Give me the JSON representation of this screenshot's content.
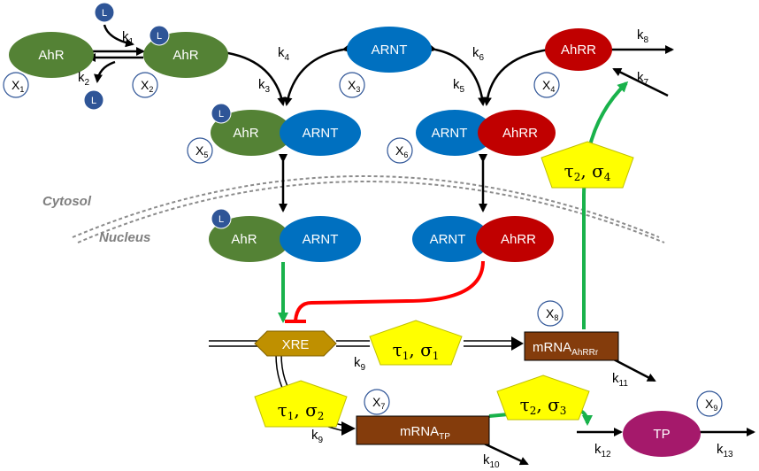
{
  "molecules": {
    "ahr": "AhR",
    "arnt": "ARNT",
    "ahrr": "AhRR",
    "xre": "XRE",
    "tp": "TP",
    "ligand": "L",
    "mrna": "mRNA",
    "mrna_ahrr_sub": "AhRRr",
    "mrna_tp_sub": "TP"
  },
  "regions": {
    "cytosol": "Cytosol",
    "nucleus": "Nucleus"
  },
  "species": {
    "x1": {
      "base": "X",
      "sub": "1"
    },
    "x2": {
      "base": "X",
      "sub": "2"
    },
    "x3": {
      "base": "X",
      "sub": "3"
    },
    "x4": {
      "base": "X",
      "sub": "4"
    },
    "x5": {
      "base": "X",
      "sub": "5"
    },
    "x6": {
      "base": "X",
      "sub": "6"
    },
    "x7": {
      "base": "X",
      "sub": "7"
    },
    "x8": {
      "base": "X",
      "sub": "8"
    },
    "x9": {
      "base": "X",
      "sub": "9"
    }
  },
  "rates": {
    "k1": {
      "base": "k",
      "sub": "1"
    },
    "k2": {
      "base": "k",
      "sub": "2"
    },
    "k3": {
      "base": "k",
      "sub": "3"
    },
    "k4": {
      "base": "k",
      "sub": "4"
    },
    "k5": {
      "base": "k",
      "sub": "5"
    },
    "k6": {
      "base": "k",
      "sub": "6"
    },
    "k7": {
      "base": "k",
      "sub": "7"
    },
    "k8": {
      "base": "k",
      "sub": "8"
    },
    "k9a": {
      "base": "k",
      "sub": "9"
    },
    "k9b": {
      "base": "k",
      "sub": "9"
    },
    "k10": {
      "base": "k",
      "sub": "10"
    },
    "k11": {
      "base": "k",
      "sub": "11"
    },
    "k12": {
      "base": "k",
      "sub": "12"
    },
    "k13": {
      "base": "k",
      "sub": "13"
    }
  },
  "delays": {
    "d1": {
      "tau": "τ",
      "tau_sub": "1",
      "sep": ", ",
      "sigma": "σ",
      "sigma_sub": "1"
    },
    "d2": {
      "tau": "τ",
      "tau_sub": "1",
      "sep": ", ",
      "sigma": "σ",
      "sigma_sub": "2"
    },
    "d3": {
      "tau": "τ",
      "tau_sub": "2",
      "sep": ", ",
      "sigma": "σ",
      "sigma_sub": "3"
    },
    "d4": {
      "tau": "τ",
      "tau_sub": "2",
      "sep": ", ",
      "sigma": "σ",
      "sigma_sub": "4"
    }
  },
  "colors": {
    "ahr": "#548235",
    "arnt": "#0070c0",
    "ahrr": "#c00000",
    "xre": "#bf9000",
    "mrna": "#843c0c",
    "tp": "#a5196b",
    "ligand": "#2f5597",
    "delay": "#ffff00",
    "activation": "#19b24b",
    "inhibition": "#ff0000",
    "region_text": "#7f7f7f"
  }
}
